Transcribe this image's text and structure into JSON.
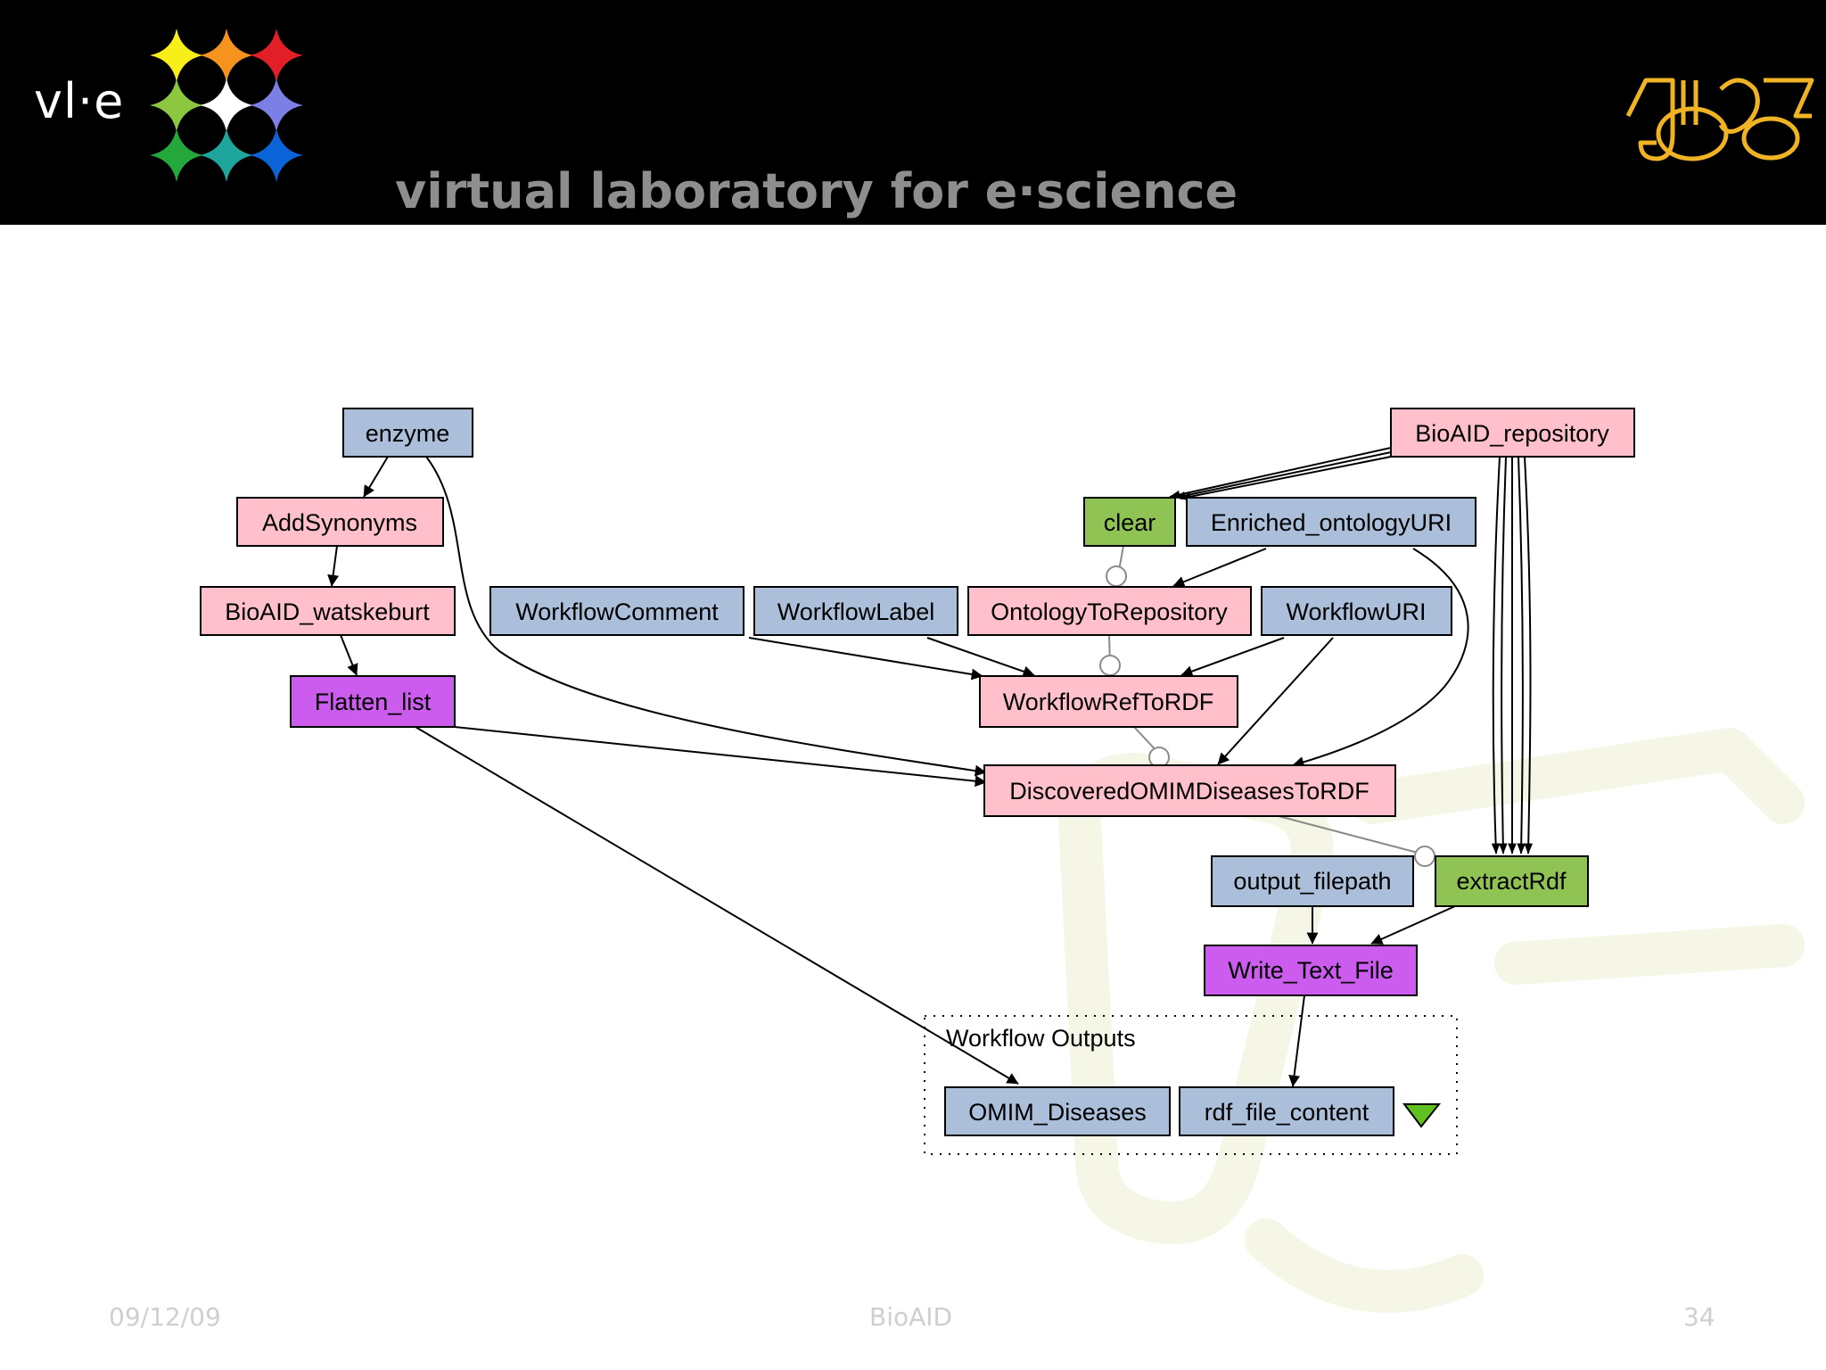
{
  "header": {
    "brand": "vl·e",
    "tagline": "virtual laboratory for e·science"
  },
  "colors": {
    "input_node": "#abbfdb",
    "processor_node": "#ffc0cb",
    "local_node": "#8fc455",
    "beanshell_node": "#cc5cee"
  },
  "diagram": {
    "nodes": {
      "enzyme": "enzyme",
      "add_synonyms": "AddSynonyms",
      "bioaid_watskeburt": "BioAID_watskeburt",
      "flatten_list": "Flatten_list",
      "workflow_comment": "WorkflowComment",
      "workflow_label": "WorkflowLabel",
      "ontology_to_repository": "OntologyToRepository",
      "workflow_uri": "WorkflowURI",
      "bioaid_repository": "BioAID_repository",
      "clear": "clear",
      "enriched_ontology_uri": "Enriched_ontologyURI",
      "workflow_ref_to_rdf": "WorkflowRefToRDF",
      "discovered_omim": "DiscoveredOMIMDiseasesToRDF",
      "output_filepath": "output_filepath",
      "extract_rdf": "extractRdf",
      "write_text_file": "Write_Text_File",
      "omim_diseases": "OMIM_Diseases",
      "rdf_file_content": "rdf_file_content"
    },
    "outputs_group_label": "Workflow Outputs"
  },
  "footer": {
    "date": "09/12/09",
    "title": "BioAID",
    "page": "34"
  }
}
